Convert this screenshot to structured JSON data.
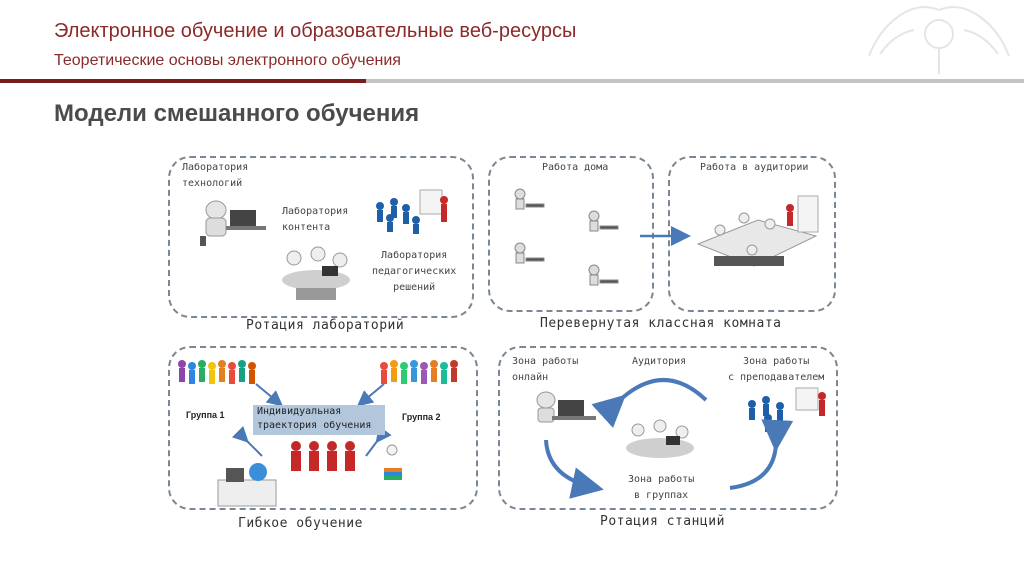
{
  "header": {
    "title": "Электронное обучение и образовательные веб-ресурсы",
    "subtitle": "Теоретические основы электронного обучения"
  },
  "slide_title": "Модели смешанного обучения",
  "models": {
    "lab_rotation": {
      "caption": "Ротация лабораторий",
      "lab_tech": "Лаборатория\nтехнологий",
      "lab_content": "Лаборатория\nконтента",
      "lab_pedagogy": "Лаборатория\nпедагогических\nрешений"
    },
    "flipped": {
      "caption": "Перевернутая классная комната",
      "home_work": "Работа дома",
      "class_work": "Работа в аудитории"
    },
    "flex": {
      "caption": "Гибкое обучение",
      "group1": "Группа 1",
      "group2": "Группа 2",
      "trajectory": "Индивидуальная\nтраектория обучения"
    },
    "station": {
      "caption": "Ротация станций",
      "online_zone": "Зона работы\nонлайн",
      "auditorium": "Аудитория",
      "teacher_zone": "Зона работы\nс преподавателем",
      "group_zone": "Зона работы\nв группах"
    }
  },
  "colors": {
    "header_text": "#8b2a2a",
    "rule_dark": "#7a1c1c",
    "rule_gray": "#c4c4c4",
    "panel_border": "#7b8792",
    "arrow_blue": "#4a79b8",
    "trajectory_fill": "#b3c7dc"
  }
}
